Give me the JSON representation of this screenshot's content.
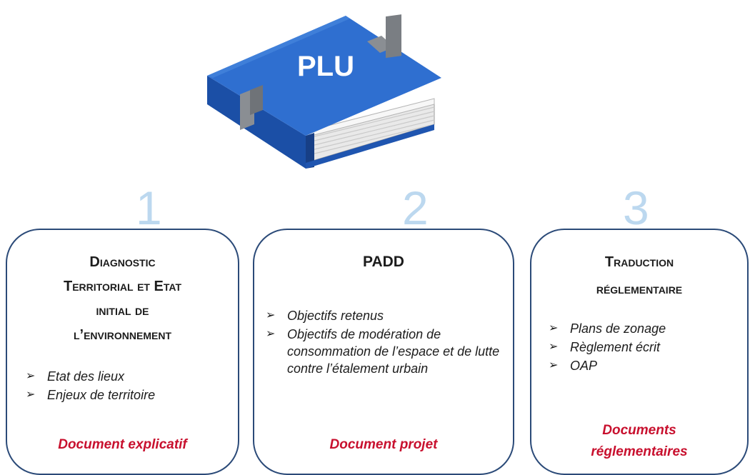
{
  "header": {
    "folder_label": "PLU",
    "folder_icon": "document-folder-icon",
    "colors": {
      "folder_blue": "#2f6fd0",
      "number_blue": "#bcd8ef",
      "box_border": "#2b4a78",
      "doc_red": "#c8102e"
    }
  },
  "steps": [
    {
      "number": "1",
      "title_line1": "Diagnostic",
      "title_line2": "Territorial et Etat",
      "title_line3": "initial de",
      "title_line4": "l’environnement",
      "items": [
        "Etat des lieux",
        "Enjeux de territoire"
      ],
      "doc_line1": "Document explicatif",
      "doc_line2": ""
    },
    {
      "number": "2",
      "title_line1": "PADD",
      "title_line2": "",
      "title_line3": "",
      "title_line4": "",
      "items": [
        "Objectifs retenus",
        "Objectifs de modération de consommation de l’espace et de lutte contre l’étalement urbain"
      ],
      "doc_line1": "Document projet",
      "doc_line2": ""
    },
    {
      "number": "3",
      "title_line1": "Traduction",
      "title_line2": "réglementaire",
      "title_line3": "",
      "title_line4": "",
      "items": [
        "Plans de zonage",
        "Règlement écrit",
        "OAP"
      ],
      "doc_line1": "Documents",
      "doc_line2": "réglementaires"
    }
  ],
  "bullet_glyph": "➢"
}
